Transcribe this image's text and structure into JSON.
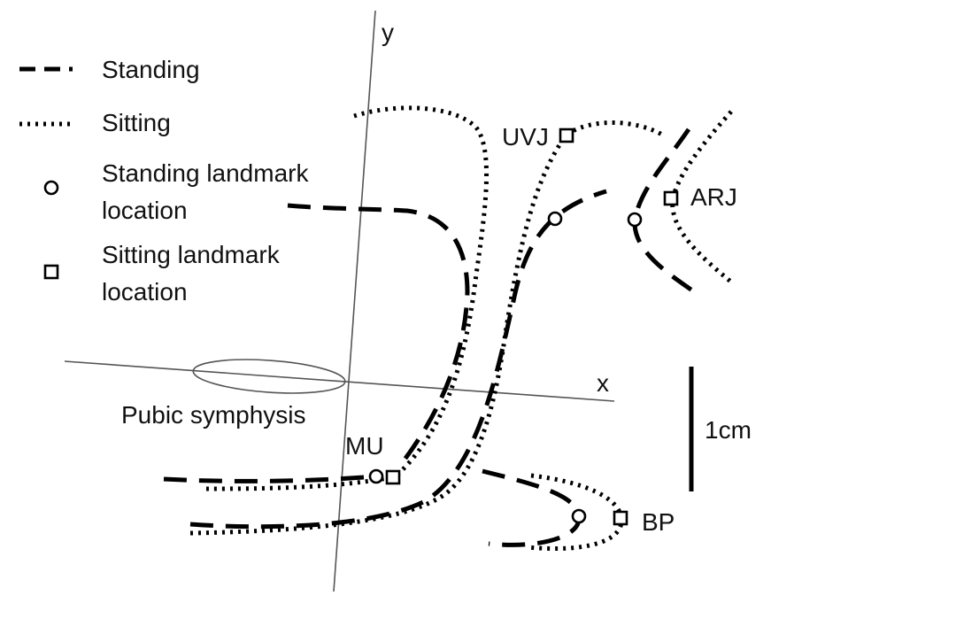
{
  "legend": {
    "standing": "Standing",
    "sitting": "Sitting",
    "standing_landmark_line1": "Standing landmark",
    "standing_landmark_line2": "location",
    "sitting_landmark_line1": "Sitting landmark",
    "sitting_landmark_line2": "location"
  },
  "axes": {
    "x_label": "x",
    "y_label": "y"
  },
  "labels": {
    "pubic_symphysis": "Pubic symphysis",
    "mu": "MU",
    "uvj": "UVJ",
    "arj": "ARJ",
    "bp": "BP",
    "scale_bar": "1cm"
  }
}
